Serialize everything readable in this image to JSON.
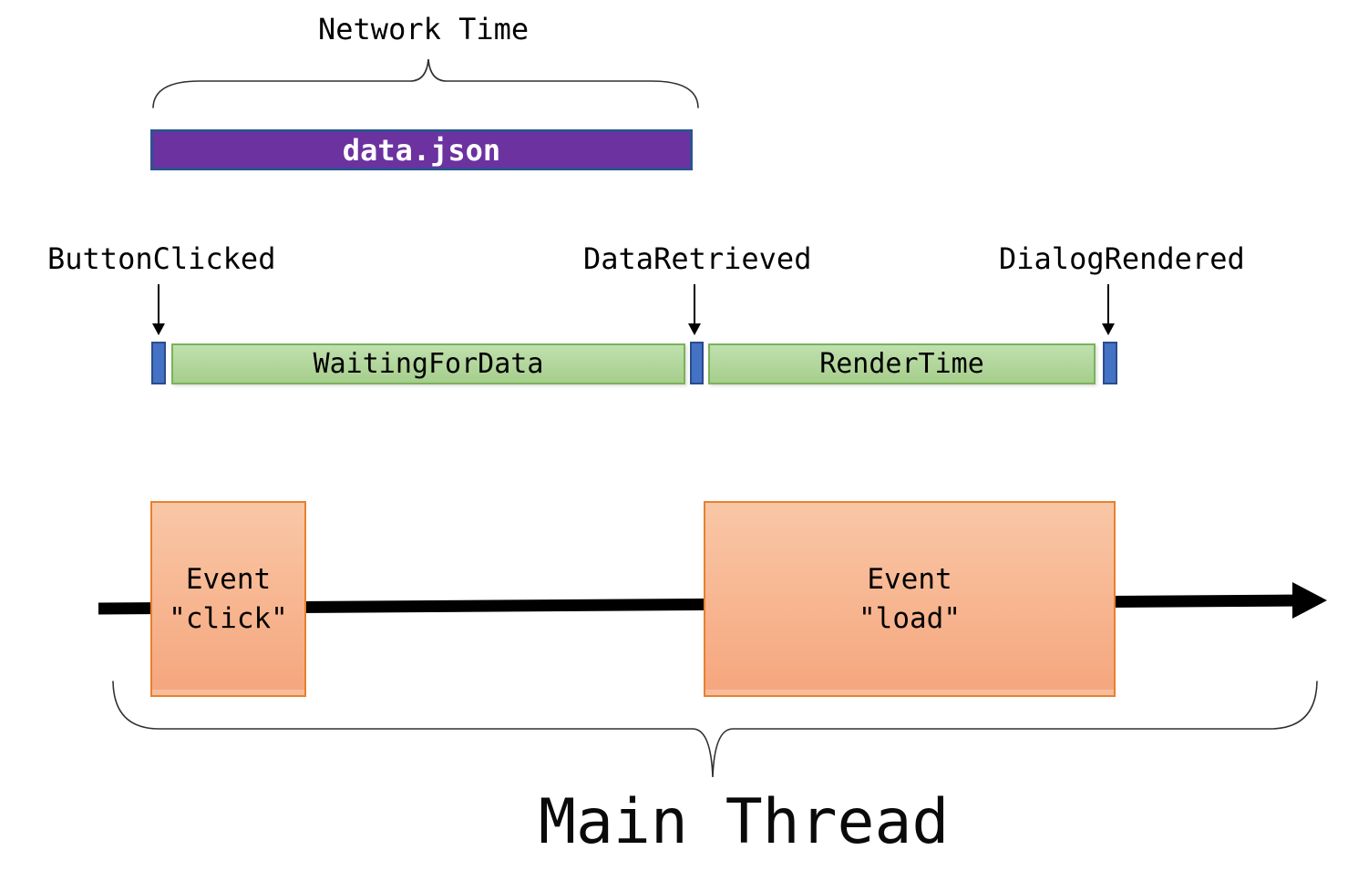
{
  "network": {
    "label": "Network Time",
    "request": "data.json"
  },
  "events": [
    {
      "name": "ButtonClicked"
    },
    {
      "name": "DataRetrieved"
    },
    {
      "name": "DialogRendered"
    }
  ],
  "spans": [
    {
      "label": "WaitingForData"
    },
    {
      "label": "RenderTime"
    }
  ],
  "main_thread": {
    "label": "Main Thread",
    "blocks": [
      {
        "line1": "Event",
        "line2": "\"click\""
      },
      {
        "line1": "Event",
        "line2": "\"load\""
      }
    ]
  },
  "colors": {
    "network-bar-fill": "#6B32A0",
    "network-bar-border": "#2E5291",
    "network-bar-text": "#FFFFFF",
    "marker-fill": "#4472C4",
    "marker-border": "#2B4C8C",
    "span-fill-top": "#BFE0AE",
    "span-fill-bottom": "#A6CE8C",
    "span-border": "#7AB25C",
    "event-box-fill-top": "#F9C7A6",
    "event-box-fill-bottom": "#F5A67D",
    "event-box-border": "#E8802E",
    "line": "#303030",
    "text": "#000000"
  }
}
